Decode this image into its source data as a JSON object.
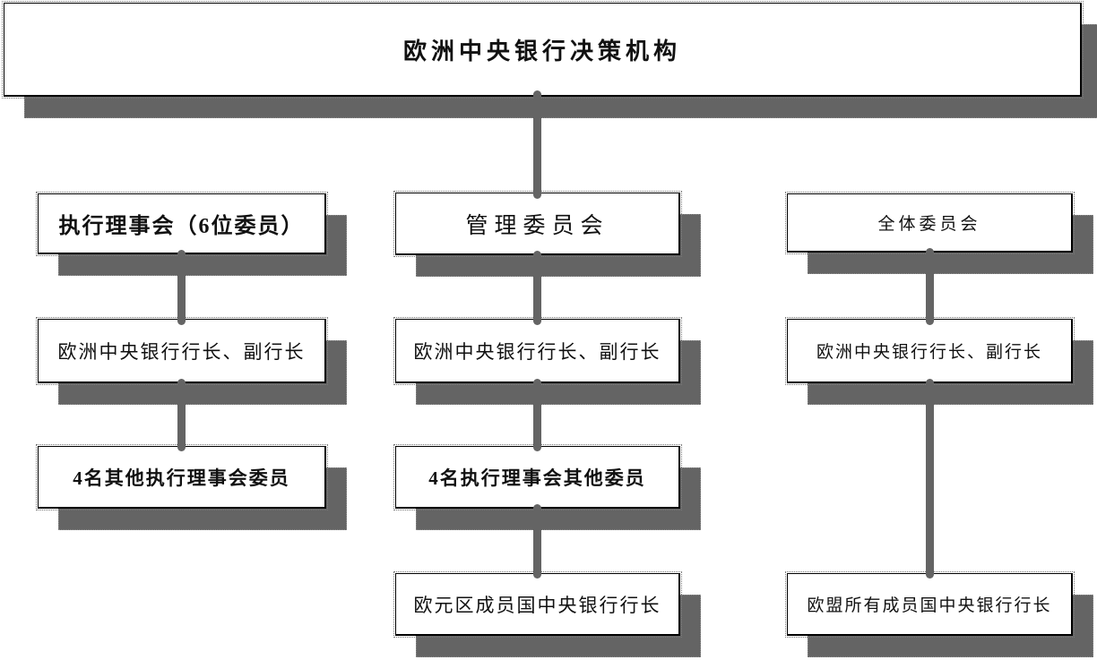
{
  "diagram": {
    "title": "欧洲中央银行决策机构",
    "columns": [
      {
        "header": "执行理事会（6位委员）",
        "items": [
          "欧洲中央银行行长、副行长",
          "4名其他执行理事会委员"
        ]
      },
      {
        "header": "管理委员会",
        "items": [
          "欧洲中央银行行长、副行长",
          "4名执行理事会其他委员",
          "欧元区成员国中央银行行长"
        ]
      },
      {
        "header": "全体委员会",
        "items": [
          "欧洲中央银行行长、副行长",
          "欧盟所有成员国中央银行行长"
        ]
      }
    ]
  },
  "colors": {
    "page_background": "#ffffff",
    "box_background": "#ffffff",
    "box_border": "#000000",
    "shadow": "#646464",
    "connector": "#646464",
    "text": "#111111"
  }
}
